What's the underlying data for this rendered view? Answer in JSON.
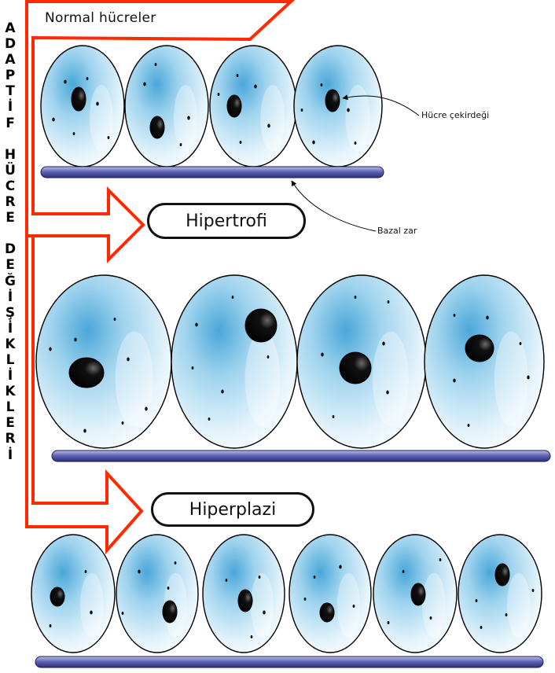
{
  "diagram": {
    "side_label_letters": [
      "A",
      "D",
      "A",
      "P",
      "T",
      "İ",
      "F",
      "",
      "H",
      "Ü",
      "C",
      "R",
      "E",
      "",
      "D",
      "E",
      "Ğ",
      "İ",
      "Ş",
      "İ",
      "K",
      "L",
      "İ",
      "K",
      "L",
      "E",
      "R",
      "İ"
    ],
    "normal_label": "Normal hücreler",
    "hypertrophy_label": "Hipertrofi",
    "hyperplasia_label": "Hiperplazi",
    "nucleus_annotation": "Hücre çekirdeği",
    "basal_annotation": "Bazal zar",
    "colors": {
      "arrow": "#ff2a00",
      "cell_light": "#eaf6fc",
      "cell_mid": "#9fd3ee",
      "cell_dark": "#4aa7d9",
      "membrane": "#3a3f8f",
      "nucleus": "#000000"
    }
  }
}
